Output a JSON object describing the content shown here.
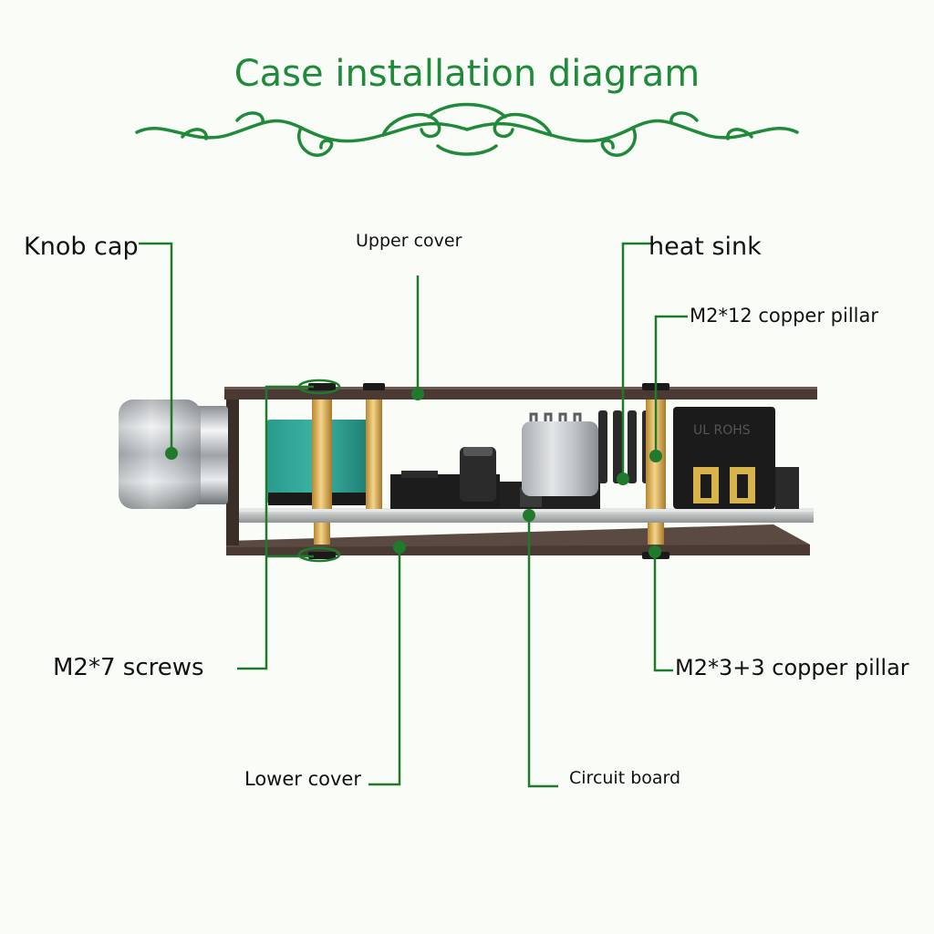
{
  "title": "Case installation diagram",
  "colors": {
    "accent": "#1e8a3a",
    "leader": "#1f7a2c",
    "cover": "#4a3a33",
    "board": "#b9bcbc",
    "brass": "#d8a84a"
  },
  "labels": {
    "knob_cap": "Knob cap",
    "upper_cover": "Upper cover",
    "heat_sink": "heat sink",
    "m2_12_pillar": "M2*12 copper pillar",
    "m2_7_screws": "M2*7 screws",
    "m2_3_3_pillar": "M2*3+3 copper pillar",
    "lower_cover": "Lower cover",
    "circuit_board": "Circuit board"
  },
  "connector_markings": {
    "ul_rohs": "UL ROHS"
  }
}
